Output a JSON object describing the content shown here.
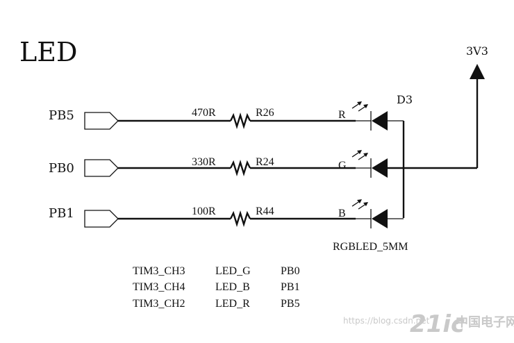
{
  "diagram": {
    "title": "LED",
    "supply": {
      "label": "3V3"
    },
    "led_ref": "D3",
    "led_part": "RGBLED_5MM",
    "ports": [
      {
        "net": "PB5",
        "value": "470R",
        "ref": "R26",
        "pin": "R"
      },
      {
        "net": "PB0",
        "value": "330R",
        "ref": "R24",
        "pin": "G"
      },
      {
        "net": "PB1",
        "value": "100R",
        "ref": "R44",
        "pin": "B"
      }
    ],
    "notes": [
      [
        "TIM3_CH3",
        "LED_G",
        "PB0"
      ],
      [
        "TIM3_CH4",
        "LED_B",
        "PB1"
      ],
      [
        "TIM3_CH2",
        "LED_R",
        "PB5"
      ]
    ]
  },
  "watermark": {
    "url": "https://blog.csdn.net",
    "brand": "21ic",
    "brand_cn": "中国电子网"
  }
}
